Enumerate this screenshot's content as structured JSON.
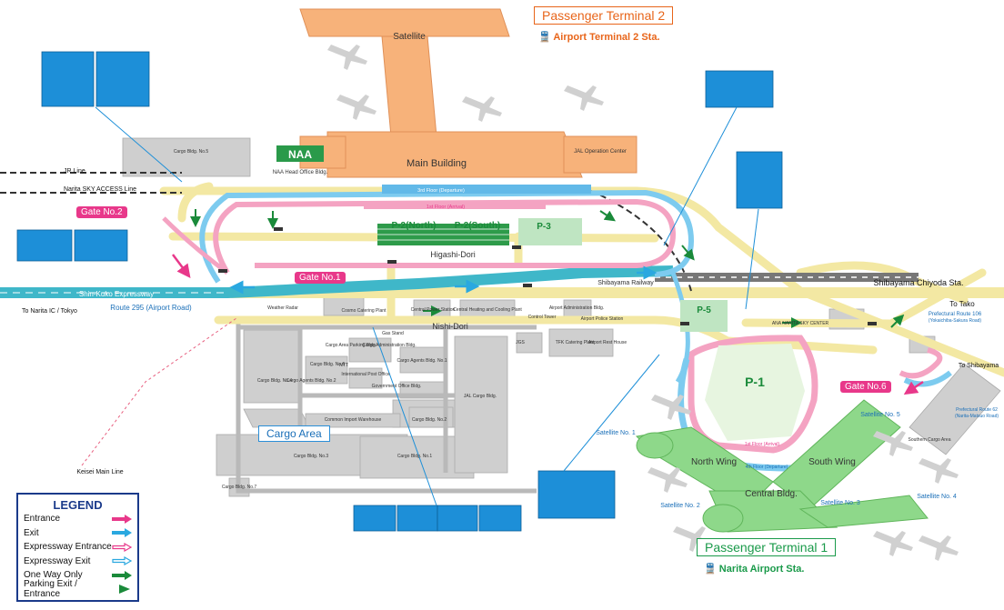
{
  "terminals": {
    "t2_title": "Passenger Terminal 2",
    "t2_station": "Airport Terminal 2 Sta.",
    "t1_title": "Passenger Terminal 1",
    "t1_station": "Narita Airport Sta."
  },
  "t2_buildings": {
    "satellite": "Satellite",
    "main_building": "Main Building",
    "naa_logo": "NAA",
    "naa_head_office": "NAA Head Office Bldg.",
    "jal_operation": "JAL Operation Center",
    "floor_3": "3rd Floor (Departure)",
    "floor_1": "1st Floor (Arrival)"
  },
  "t1_buildings": {
    "north_wing": "North Wing",
    "south_wing": "South Wing",
    "central": "Central Bldg.",
    "sat1": "Satellite No. 1",
    "sat2": "Satellite No. 2",
    "sat3": "Satellite No. 3",
    "sat4": "Satellite No. 4",
    "sat5": "Satellite No. 5",
    "floor_4": "4th Floor (Departure)",
    "floor_1": "1st Floor (Arrival)"
  },
  "parking": {
    "p1": "P-1",
    "p2n": "P-2(North)",
    "p2s": "P-2(South)",
    "p3": "P-3",
    "p5": "P-5"
  },
  "gates": {
    "gate1": "Gate No.1",
    "gate2": "Gate No.2",
    "gate6": "Gate No.6"
  },
  "roads": {
    "jr_line": "JR Line",
    "sky_access": "Narita SKY ACCESS Line",
    "shin_kuko": "Shin-Kuko Expressway",
    "route295": "Route 295 (Airport Road)",
    "to_narita": "To Narita IC / Tokyo",
    "higashi": "Higashi-Dori",
    "nishi": "Nishi-Dori",
    "shibayama_rail": "Shibayama Railway",
    "keisei": "Keisei Main Line",
    "shibayama_sta": "Shibayama Chiyoda Sta.",
    "to_tako": "To Tako",
    "pref106": "Prefectural Route 106",
    "pref106_sub": "(Yokaichiba-Sakura Road)",
    "to_shibayama": "To Shibayama",
    "pref62": "Prefectural Route 62",
    "pref62_sub": "(Narita-Matsuo Road)",
    "southern_cargo": "Southern Cargo Area",
    "ana_center": "ANA NARITA SKY CENTER"
  },
  "facilities": {
    "cargo5": "Cargo Bldg. No.5",
    "cargo4": "Cargo Bldg. No.4",
    "cargo3": "Cargo Bldg. No.3",
    "cargo1": "Cargo Bldg. No.1",
    "cargo2": "Cargo Bldg. No.2",
    "cargo6": "Cargo Bldg. No.6",
    "cargo7": "Cargo Bldg. No.7",
    "agents1": "Cargo Agents Bldg. No.1",
    "agents2": "Cargo Agents Bldg. No.2",
    "weather": "Weather Radar",
    "cosmo": "Cosmo Catering Plant",
    "gas": "Gas Stand",
    "central_power": "Central Power Station",
    "central_heating": "Central Heating and Cooling Plant",
    "control_tower": "Control Tower",
    "airport_admin": "Airport Administration Bldg.",
    "police": "Airport Police Station",
    "cargo_area_parking": "Cargo Area Parking Bldg.",
    "cargo_admin": "Cargo Administration Bldg.",
    "ntt": "NTT",
    "intl_post": "International Post Office",
    "gov_office": "Government Office Bldg.",
    "jal_cargo": "JAL Cargo Bldg.",
    "common_import": "Common Import Warehouse",
    "jgs": "JGS",
    "tfk": "TFK Catering Plant",
    "airport_rest": "Airport Rest House",
    "cargo_area": "Cargo Area"
  },
  "legend": {
    "title": "LEGEND",
    "items": [
      {
        "label": "Entrance",
        "color": "#e8388a",
        "style": "solid"
      },
      {
        "label": "Exit",
        "color": "#2aa8e0",
        "style": "solid"
      },
      {
        "label": "Expressway Entrance",
        "color": "#e8388a",
        "style": "outline"
      },
      {
        "label": "Expressway Exit",
        "color": "#2aa8e0",
        "style": "outline"
      },
      {
        "label": "One Way Only",
        "color": "#1a8a3a",
        "style": "solid"
      },
      {
        "label": "Parking Exit / Entrance",
        "color": "#1a8a3a",
        "style": "triangle"
      }
    ]
  },
  "colors": {
    "t2_orange": "#f7b27a",
    "t1_green": "#8ed88a",
    "road_yellow": "#f6eeae",
    "expressway": "#3fb7c9",
    "ramp_pink": "#f4a3c2",
    "ramp_blue": "#7dcbef",
    "parking_green": "#2e9b4a",
    "building_gray": "#c9c9c9",
    "accent_orange": "#e8651a",
    "accent_green": "#1a9a4a"
  }
}
